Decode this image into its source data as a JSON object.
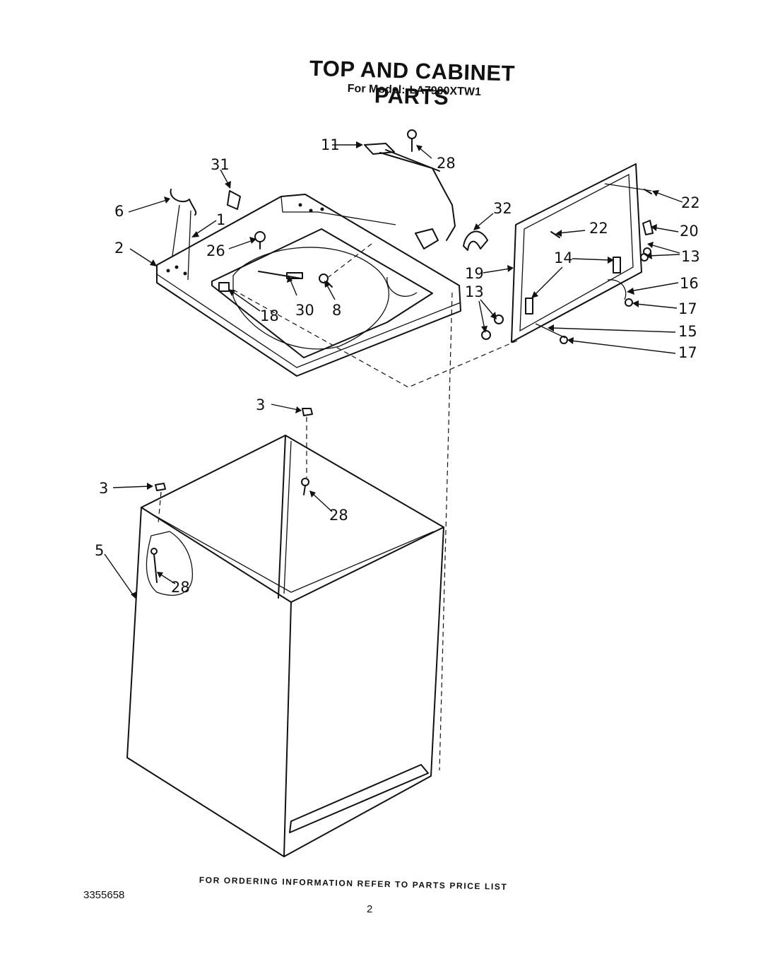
{
  "header": {
    "title": "TOP AND CABINET PARTS",
    "model_label": "For Model:",
    "model_number": "LA7900XTW1"
  },
  "callouts": {
    "c1": "1",
    "c2": "2",
    "c3a": "3",
    "c3b": "3",
    "c5": "5",
    "c6": "6",
    "c8": "8",
    "c11": "11",
    "c13a": "13",
    "c13b": "13",
    "c14": "14",
    "c15": "15",
    "c16": "16",
    "c17a": "17",
    "c17b": "17",
    "c18": "18",
    "c19": "19",
    "c20": "20",
    "c22a": "22",
    "c22b": "22",
    "c26": "26",
    "c28a": "28",
    "c28b": "28",
    "c28c": "28",
    "c30": "30",
    "c31": "31",
    "c32": "32"
  },
  "footer": {
    "ordering_note": "FOR ORDERING INFORMATION REFER TO PARTS PRICE LIST",
    "doc_number": "3355658",
    "page_number": "2"
  }
}
